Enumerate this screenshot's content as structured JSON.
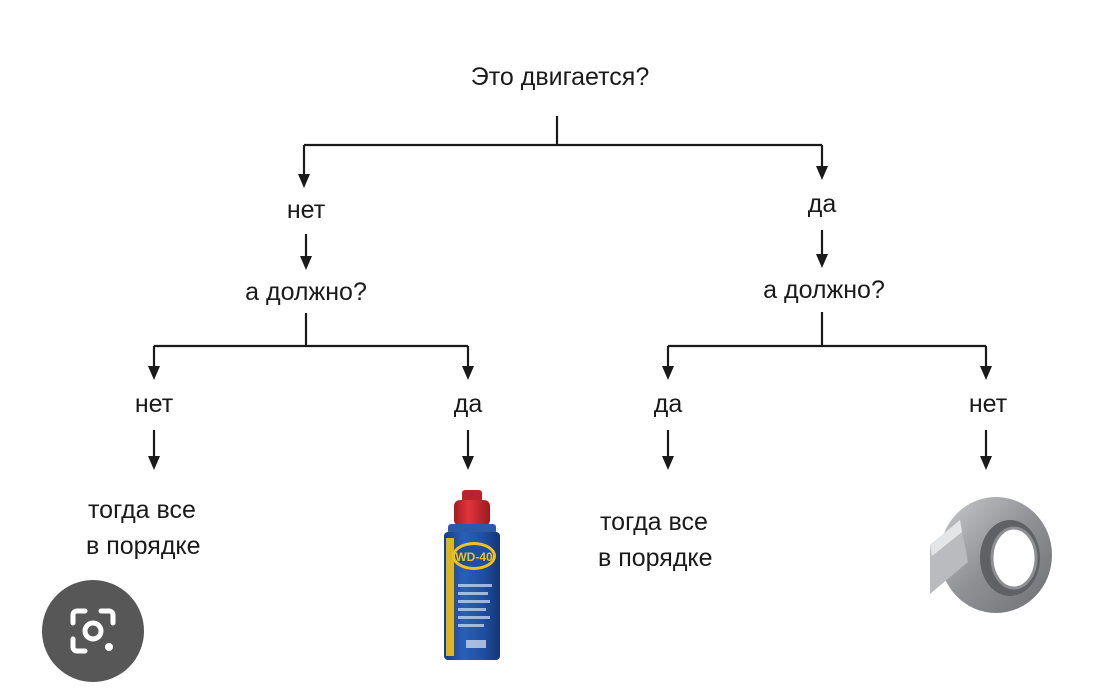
{
  "diagram": {
    "root": "Это двигается?",
    "left": {
      "answer": "нет",
      "question": "а должно?",
      "leaf_no": "нет",
      "leaf_no_result_line1": "тогда все",
      "leaf_no_result_line2": "в порядке",
      "leaf_yes": "да",
      "leaf_yes_result": "wd40-can"
    },
    "right": {
      "answer": "да",
      "question": "а должно?",
      "leaf_yes": "да",
      "leaf_yes_result_line1": "тогда все",
      "leaf_yes_result_line2": "в порядке",
      "leaf_no": "нет",
      "leaf_no_result": "duct-tape-roll"
    },
    "can_brand": "WD-40"
  },
  "overlay": {
    "icon": "google-lens-camera-icon"
  },
  "colors": {
    "line": "#1a1a1a",
    "can_blue": "#1f4fa3",
    "can_yellow": "#f2c21b",
    "can_red": "#d3262e",
    "tape_gray": "#9a9ca0",
    "lens_bg": "#575757"
  }
}
